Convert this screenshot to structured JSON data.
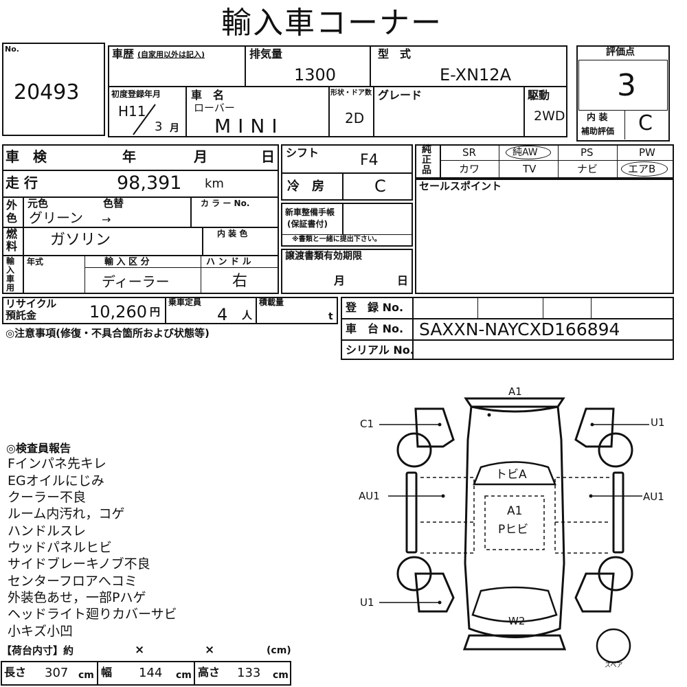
{
  "header": {
    "title": "輸入車コーナー"
  },
  "no": {
    "label": "No.",
    "value": "20493"
  },
  "history": {
    "label": "車歴",
    "note": "(自家用以外は記入)"
  },
  "displacement": {
    "label": "排気量",
    "value": "1300"
  },
  "model_code": {
    "label": "型　式",
    "value": "E-XN12A"
  },
  "rating": {
    "label": "評価点",
    "value": "3",
    "interior_label_1": "内 装",
    "interior_label_2": "補助評価",
    "interior_value": "C"
  },
  "first_reg": {
    "label": "初度登録年月",
    "year": "H11",
    "month": "3",
    "month_unit": "月"
  },
  "car_name": {
    "label": "車　名",
    "brand": "ローバー",
    "value": "MINI"
  },
  "body": {
    "label": "形状・ドア数",
    "value": "2D"
  },
  "grade": {
    "label": "グレード"
  },
  "drive": {
    "label": "駆動",
    "value": "2WD"
  },
  "inspection": {
    "label": "車　検",
    "year": "年",
    "month": "月",
    "day": "日"
  },
  "mileage": {
    "label": "走 行",
    "value": "98,391",
    "unit": "km"
  },
  "color": {
    "side_1": "外",
    "side_2": "色",
    "original": "元色",
    "changed": "色替",
    "value": "グリーン",
    "arrow": "→",
    "color_no": "カ ラ ー No."
  },
  "fuel": {
    "side_1": "燃",
    "side_2": "料",
    "value": "ガソリン",
    "interior_color": "内 装 色"
  },
  "import": {
    "side": "輸入車用",
    "year": "年式",
    "type_label": "輸 入 区 分",
    "type_value": "ディーラー",
    "handle_label": "ハ ン ド ル",
    "handle_value": "右"
  },
  "recycle": {
    "label_1": "リサイクル",
    "label_2": "預託金",
    "value": "10,260",
    "unit": "円"
  },
  "capacity": {
    "label": "乗車定員",
    "value": "4",
    "unit": "人"
  },
  "load": {
    "label": "積載量",
    "unit": "t"
  },
  "notice": "◎注意事項(修復・不具合箇所および状態等)",
  "shift": {
    "label": "シフト",
    "value": "F4"
  },
  "ac": {
    "label": "冷　房",
    "value": "C"
  },
  "maintenance": {
    "label_1": "新車整備手帳",
    "label_2": "(保証書付)",
    "note": "※書類と一緒に提出下さい。"
  },
  "transfer": {
    "label": "譲渡書類有効期限",
    "month": "月",
    "day": "日"
  },
  "options": {
    "side_1": "純",
    "side_2": "正",
    "side_3": "品",
    "row1": [
      "SR",
      "純AW",
      "PS",
      "PW"
    ],
    "row2": [
      "カワ",
      "TV",
      "ナビ",
      "エアB"
    ]
  },
  "sales_point": {
    "label": "セールスポイント"
  },
  "registration": {
    "label": "登　録 No."
  },
  "chassis": {
    "label": "車　台 No.",
    "value": "SAXXN-NAYCXD166894"
  },
  "serial": {
    "label": "シリアル No."
  },
  "report": {
    "title": "◎検査員報告",
    "items": [
      "Fインパネ先キレ",
      "EGオイルにじみ",
      "クーラー不良",
      "ルーム内汚れ，コゲ",
      "ハンドルスレ",
      "ウッドパネルヒビ",
      "サイドブレーキノブ不良",
      "センターフロアへコミ",
      "外装色あせ，一部Pハゲ",
      "ヘッドライト廻りカバーサビ",
      "小キズ小凹"
    ]
  },
  "cargo": {
    "title": "【荷台内寸】約",
    "x1": "×",
    "x2": "×",
    "unit": "(cm)"
  },
  "dimensions": {
    "length_label": "長さ",
    "length": "307",
    "width_label": "幅",
    "width": "144",
    "height_label": "高さ",
    "height": "133",
    "unit": "cm"
  },
  "diagram": {
    "front": "A1",
    "left_front": "C1",
    "right_front": "U1",
    "left_mid": "AU1",
    "right_mid": "AU1",
    "hood": "トビA",
    "roof_1": "A1",
    "roof_2": "Pヒビ",
    "rear": "W2",
    "left_rear": "U1",
    "spare": "スペア"
  }
}
